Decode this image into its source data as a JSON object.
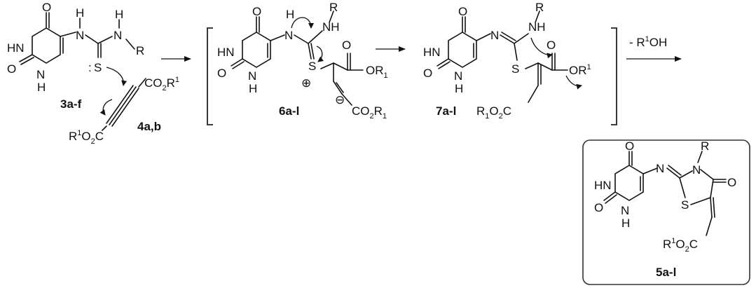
{
  "compounds": {
    "c3": {
      "label": "3a-f"
    },
    "c4": {
      "label": "4a,b"
    },
    "c6": {
      "label": "6a-l"
    },
    "c7": {
      "label": "7a-l"
    },
    "c5": {
      "label": "5a-l"
    }
  },
  "atoms": {
    "O": "O",
    "HN": "HN",
    "N": "N",
    "H": "H",
    "NH": "NH",
    "S": "S",
    "R": "R",
    "OR1": "OR",
    "sub1": "1",
    "CO2R1": "CO",
    "sub2": "2",
    "R1O2C": "R",
    "O2C": "O",
    "C": "C",
    "plus": "⊕",
    "minus": "⊖",
    "lonepair": ":"
  },
  "reagent": {
    "minus_prefix": "- R",
    "sup": "1",
    "suffix": "OH"
  },
  "colors": {
    "ink": "#111111",
    "box_stroke": "#333333",
    "background": "#ffffff"
  }
}
